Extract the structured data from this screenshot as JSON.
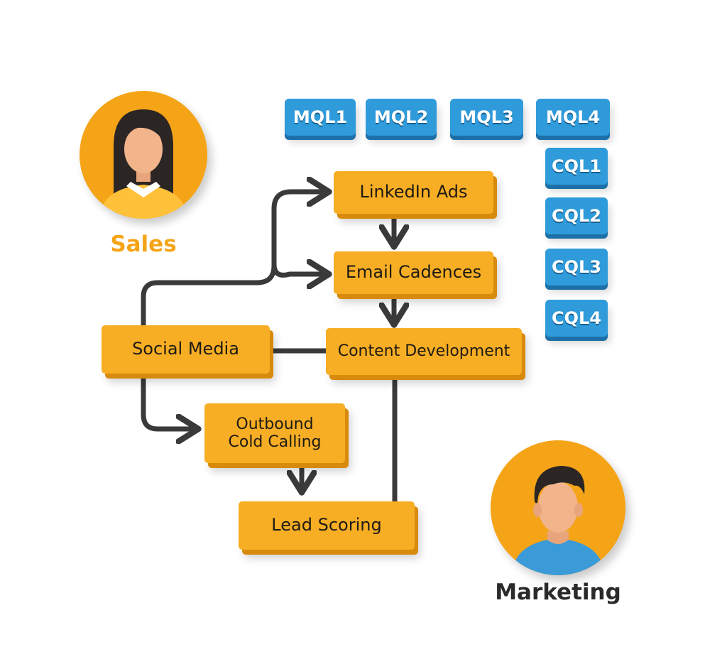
{
  "personas": {
    "sales": {
      "label": "Sales",
      "label_color": "#F5A418"
    },
    "marketing": {
      "label": "Marketing",
      "label_color": "#2a2a2a"
    }
  },
  "mql_tags": [
    "MQL1",
    "MQL2",
    "MQL3",
    "MQL4"
  ],
  "cql_tags": [
    "CQL1",
    "CQL2",
    "CQL3",
    "CQL4"
  ],
  "nodes": {
    "linkedin_ads": "LinkedIn Ads",
    "email_cadences": "Email Cadences",
    "social_media": "Social Media",
    "content_development": "Content Development",
    "outbound_line1": "Outbound",
    "outbound_line2": "Cold Calling",
    "lead_scoring": "Lead Scoring"
  },
  "colors": {
    "node_fill": "#F7AE24",
    "tag_fill": "#2F9BDA",
    "connector": "#3a3a3a",
    "skin": "#F2B48A",
    "hair": "#2b2624"
  },
  "connections": [
    {
      "from": "Social Media",
      "to": "LinkedIn Ads",
      "arrow": true
    },
    {
      "from": "Social Media",
      "to": "Email Cadences",
      "arrow": true
    },
    {
      "from": "LinkedIn Ads",
      "to": "Email Cadences",
      "arrow": true
    },
    {
      "from": "Email Cadences",
      "to": "Content Development",
      "arrow": true
    },
    {
      "from": "Social Media",
      "to": "Content Development",
      "arrow": false
    },
    {
      "from": "Social Media",
      "to": "Outbound Cold Calling",
      "arrow": true
    },
    {
      "from": "Outbound Cold Calling",
      "to": "Lead Scoring",
      "arrow": true
    },
    {
      "from": "Content Development",
      "to": "Lead Scoring",
      "arrow": false
    }
  ]
}
